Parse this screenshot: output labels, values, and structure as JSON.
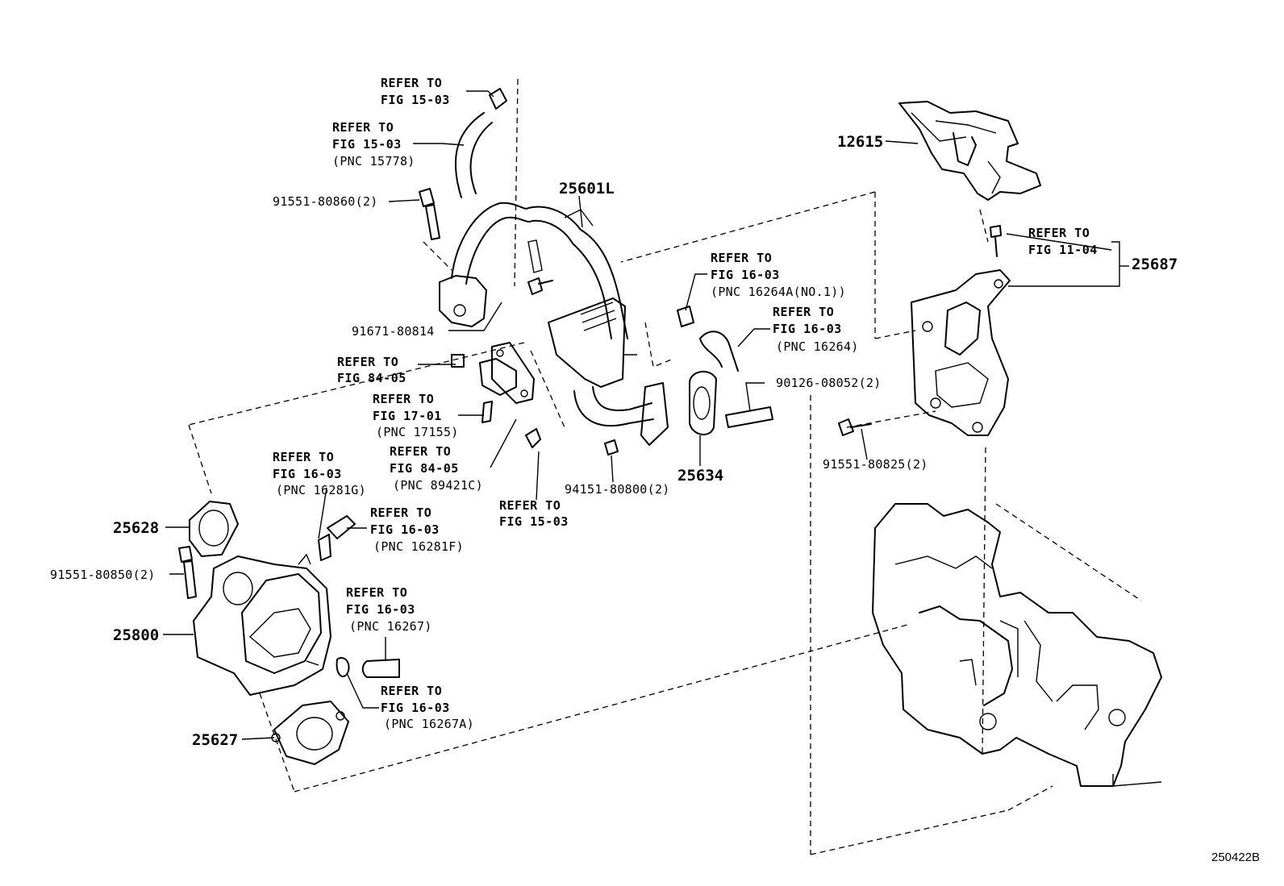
{
  "diagram_id": "250422B",
  "parts": {
    "p12615": "12615",
    "p25601L": "25601L",
    "p25687": "25687",
    "p25634": "25634",
    "p25628": "25628",
    "p25800": "25800",
    "p25627": "25627",
    "p91551_80860": "91551-80860(2)",
    "p91671_80814": "91671-80814",
    "p90126_08052": "90126-08052(2)",
    "p91551_80825": "91551-80825(2)",
    "p94151_80800": "94151-80800(2)",
    "p91551_80850": "91551-80850(2)"
  },
  "refs": {
    "r1": [
      "REFER TO",
      "FIG 15-03"
    ],
    "r2": [
      "REFER TO",
      "FIG 15-03",
      "(PNC 15778)"
    ],
    "r3": [
      "REFER TO",
      "FIG 16-03",
      "(PNC 16264A(NO.1))"
    ],
    "r4": [
      "REFER TO",
      "FIG 16-03",
      "(PNC 16264)"
    ],
    "r5": [
      "REFER TO",
      "FIG 11-04"
    ],
    "r6": [
      "REFER TO",
      "FIG 84-05"
    ],
    "r7": [
      "REFER TO",
      "FIG 17-01",
      "(PNC 17155)"
    ],
    "r8": [
      "REFER TO",
      "FIG 84-05",
      "(PNC 89421C)"
    ],
    "r9": [
      "REFER TO",
      "FIG 15-03"
    ],
    "r10": [
      "REFER TO",
      "FIG 16-03",
      "(PNC 16281G)"
    ],
    "r11": [
      "REFER TO",
      "FIG 16-03",
      "(PNC 16281F)"
    ],
    "r12": [
      "REFER TO",
      "FIG 16-03",
      "(PNC 16267)"
    ],
    "r13": [
      "REFER TO",
      "FIG 16-03",
      "(PNC 16267A)"
    ]
  }
}
